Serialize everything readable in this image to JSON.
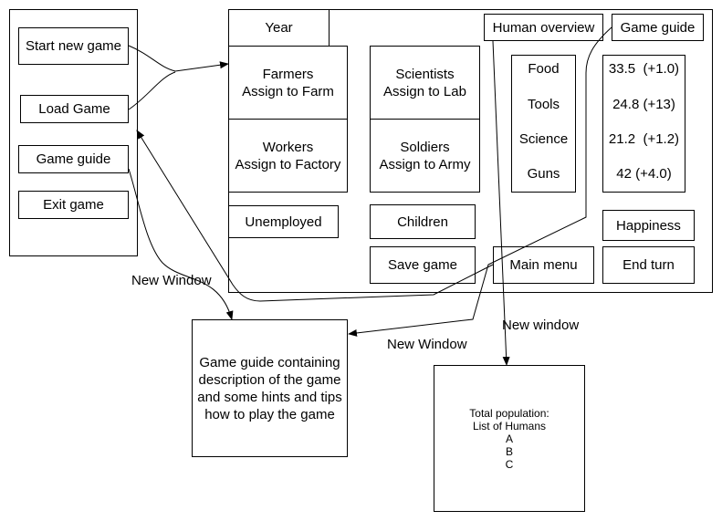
{
  "menu": {
    "start_new_game": "Start new game",
    "load_game": "Load Game",
    "game_guide": "Game guide",
    "exit_game": "Exit game"
  },
  "game": {
    "year": "Year",
    "farmers": "Farmers\nAssign to Farm",
    "scientists": "Scientists\nAssign to Lab",
    "workers": "Workers\nAssign to Factory",
    "soldiers": "Soldiers\nAssign to Army",
    "unemployed": "Unemployed",
    "children": "Children",
    "save_game": "Save game",
    "main_menu": "Main menu",
    "end_turn": "End turn",
    "happiness": "Happiness",
    "human_overview": "Human overview",
    "game_guide": "Game guide",
    "resources": {
      "names": [
        "Food",
        "Tools",
        "Science",
        "Guns"
      ],
      "values": [
        "33.5  (+1.0)",
        "24.8 (+13)",
        "21.2  (+1.2)",
        "42 (+4.0)"
      ]
    }
  },
  "annotations": {
    "new_window_1": "New Window",
    "new_window_2": "New Window",
    "new_window_3": "New window"
  },
  "guide_window": {
    "text": "Game guide containing description of the game and some hints and tips how to play the game"
  },
  "population_window": {
    "text": "Total population:\nList of Humans\nA\nB\nC"
  }
}
